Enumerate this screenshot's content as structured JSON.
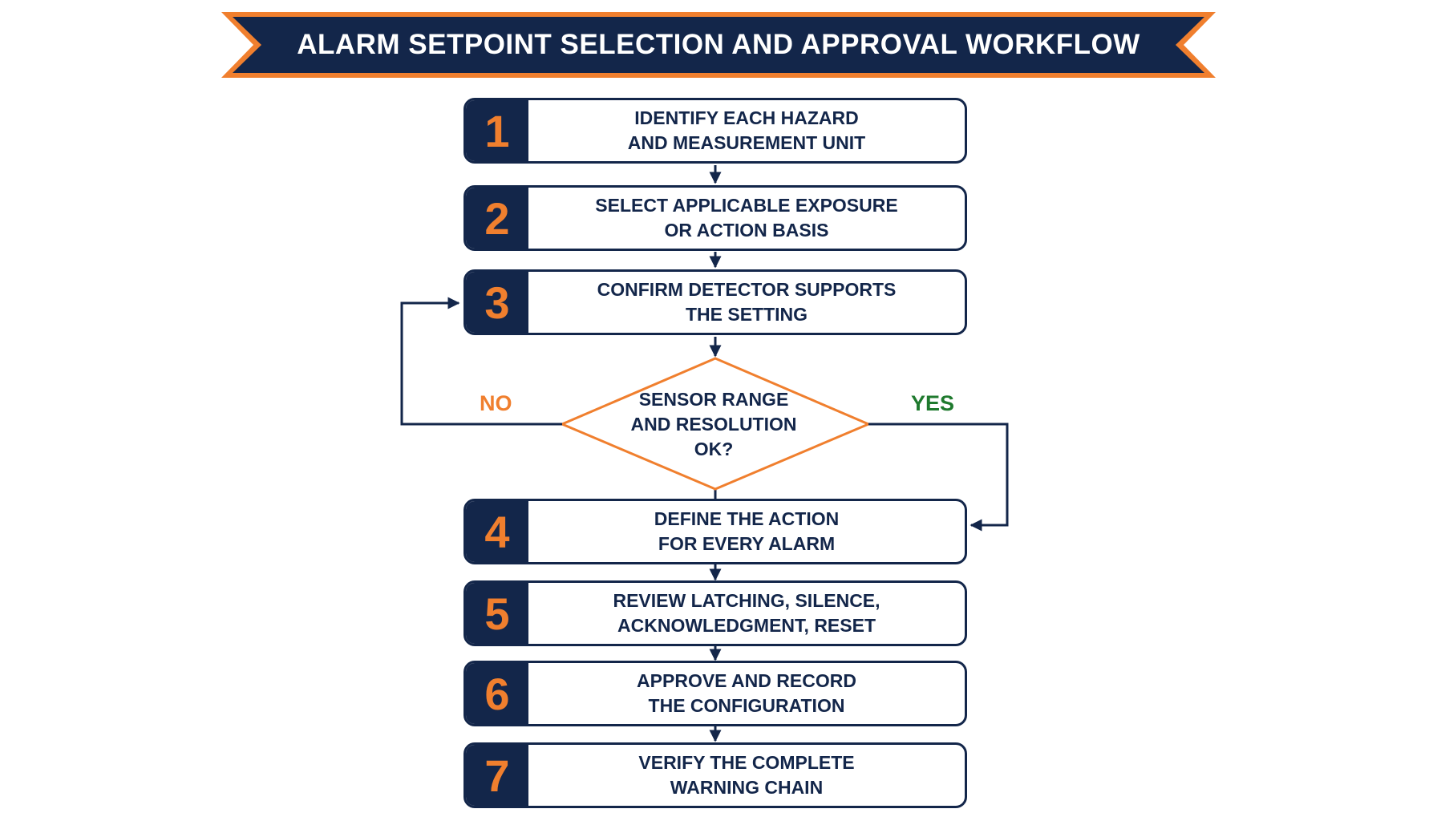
{
  "title": "ALARM SETPOINT SELECTION AND APPROVAL WORKFLOW",
  "steps": [
    {
      "number": "1",
      "line1": "IDENTIFY EACH HAZARD",
      "line2": "AND MEASUREMENT UNIT"
    },
    {
      "number": "2",
      "line1": "SELECT APPLICABLE EXPOSURE",
      "line2": "OR ACTION BASIS"
    },
    {
      "number": "3",
      "line1": "CONFIRM DETECTOR SUPPORTS",
      "line2": "THE SETTING"
    },
    {
      "number": "4",
      "line1": "DEFINE THE ACTION",
      "line2": "FOR EVERY ALARM"
    },
    {
      "number": "5",
      "line1": "REVIEW LATCHING, SILENCE,",
      "line2": "ACKNOWLEDGMENT, RESET"
    },
    {
      "number": "6",
      "line1": "APPROVE AND RECORD",
      "line2": "THE CONFIGURATION"
    },
    {
      "number": "7",
      "line1": "VERIFY THE COMPLETE",
      "line2": "WARNING CHAIN"
    }
  ],
  "decision": {
    "line1": "SENSOR RANGE",
    "line2": "AND RESOLUTION",
    "line3": "OK?",
    "no_label": "NO",
    "yes_label": "YES"
  },
  "colors": {
    "navy": "#13264a",
    "orange": "#f07f2e",
    "green": "#1f7a2e"
  }
}
